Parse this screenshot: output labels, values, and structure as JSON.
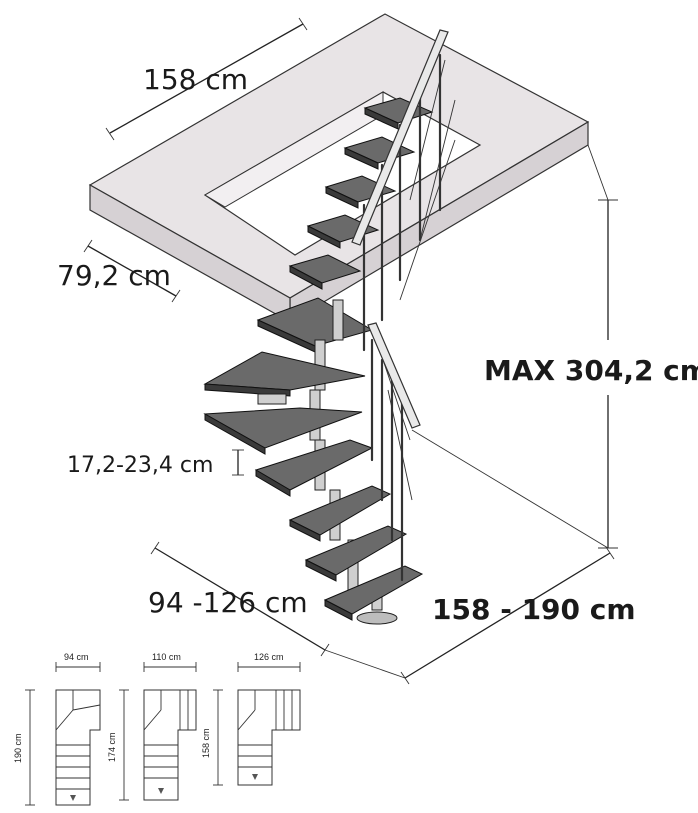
{
  "dimensions": {
    "top_width": "158 cm",
    "slab_depth": "79,2 cm",
    "max_height": "MAX 304,2 cm",
    "rise": "17,2-23,4 cm",
    "lower_width": "94 -126 cm",
    "lower_length": "158 - 190 cm"
  },
  "plans": [
    {
      "width": "94 cm",
      "length": "190 cm"
    },
    {
      "width": "110 cm",
      "length": "174 cm"
    },
    {
      "width": "126 cm",
      "length": "158 cm"
    }
  ]
}
